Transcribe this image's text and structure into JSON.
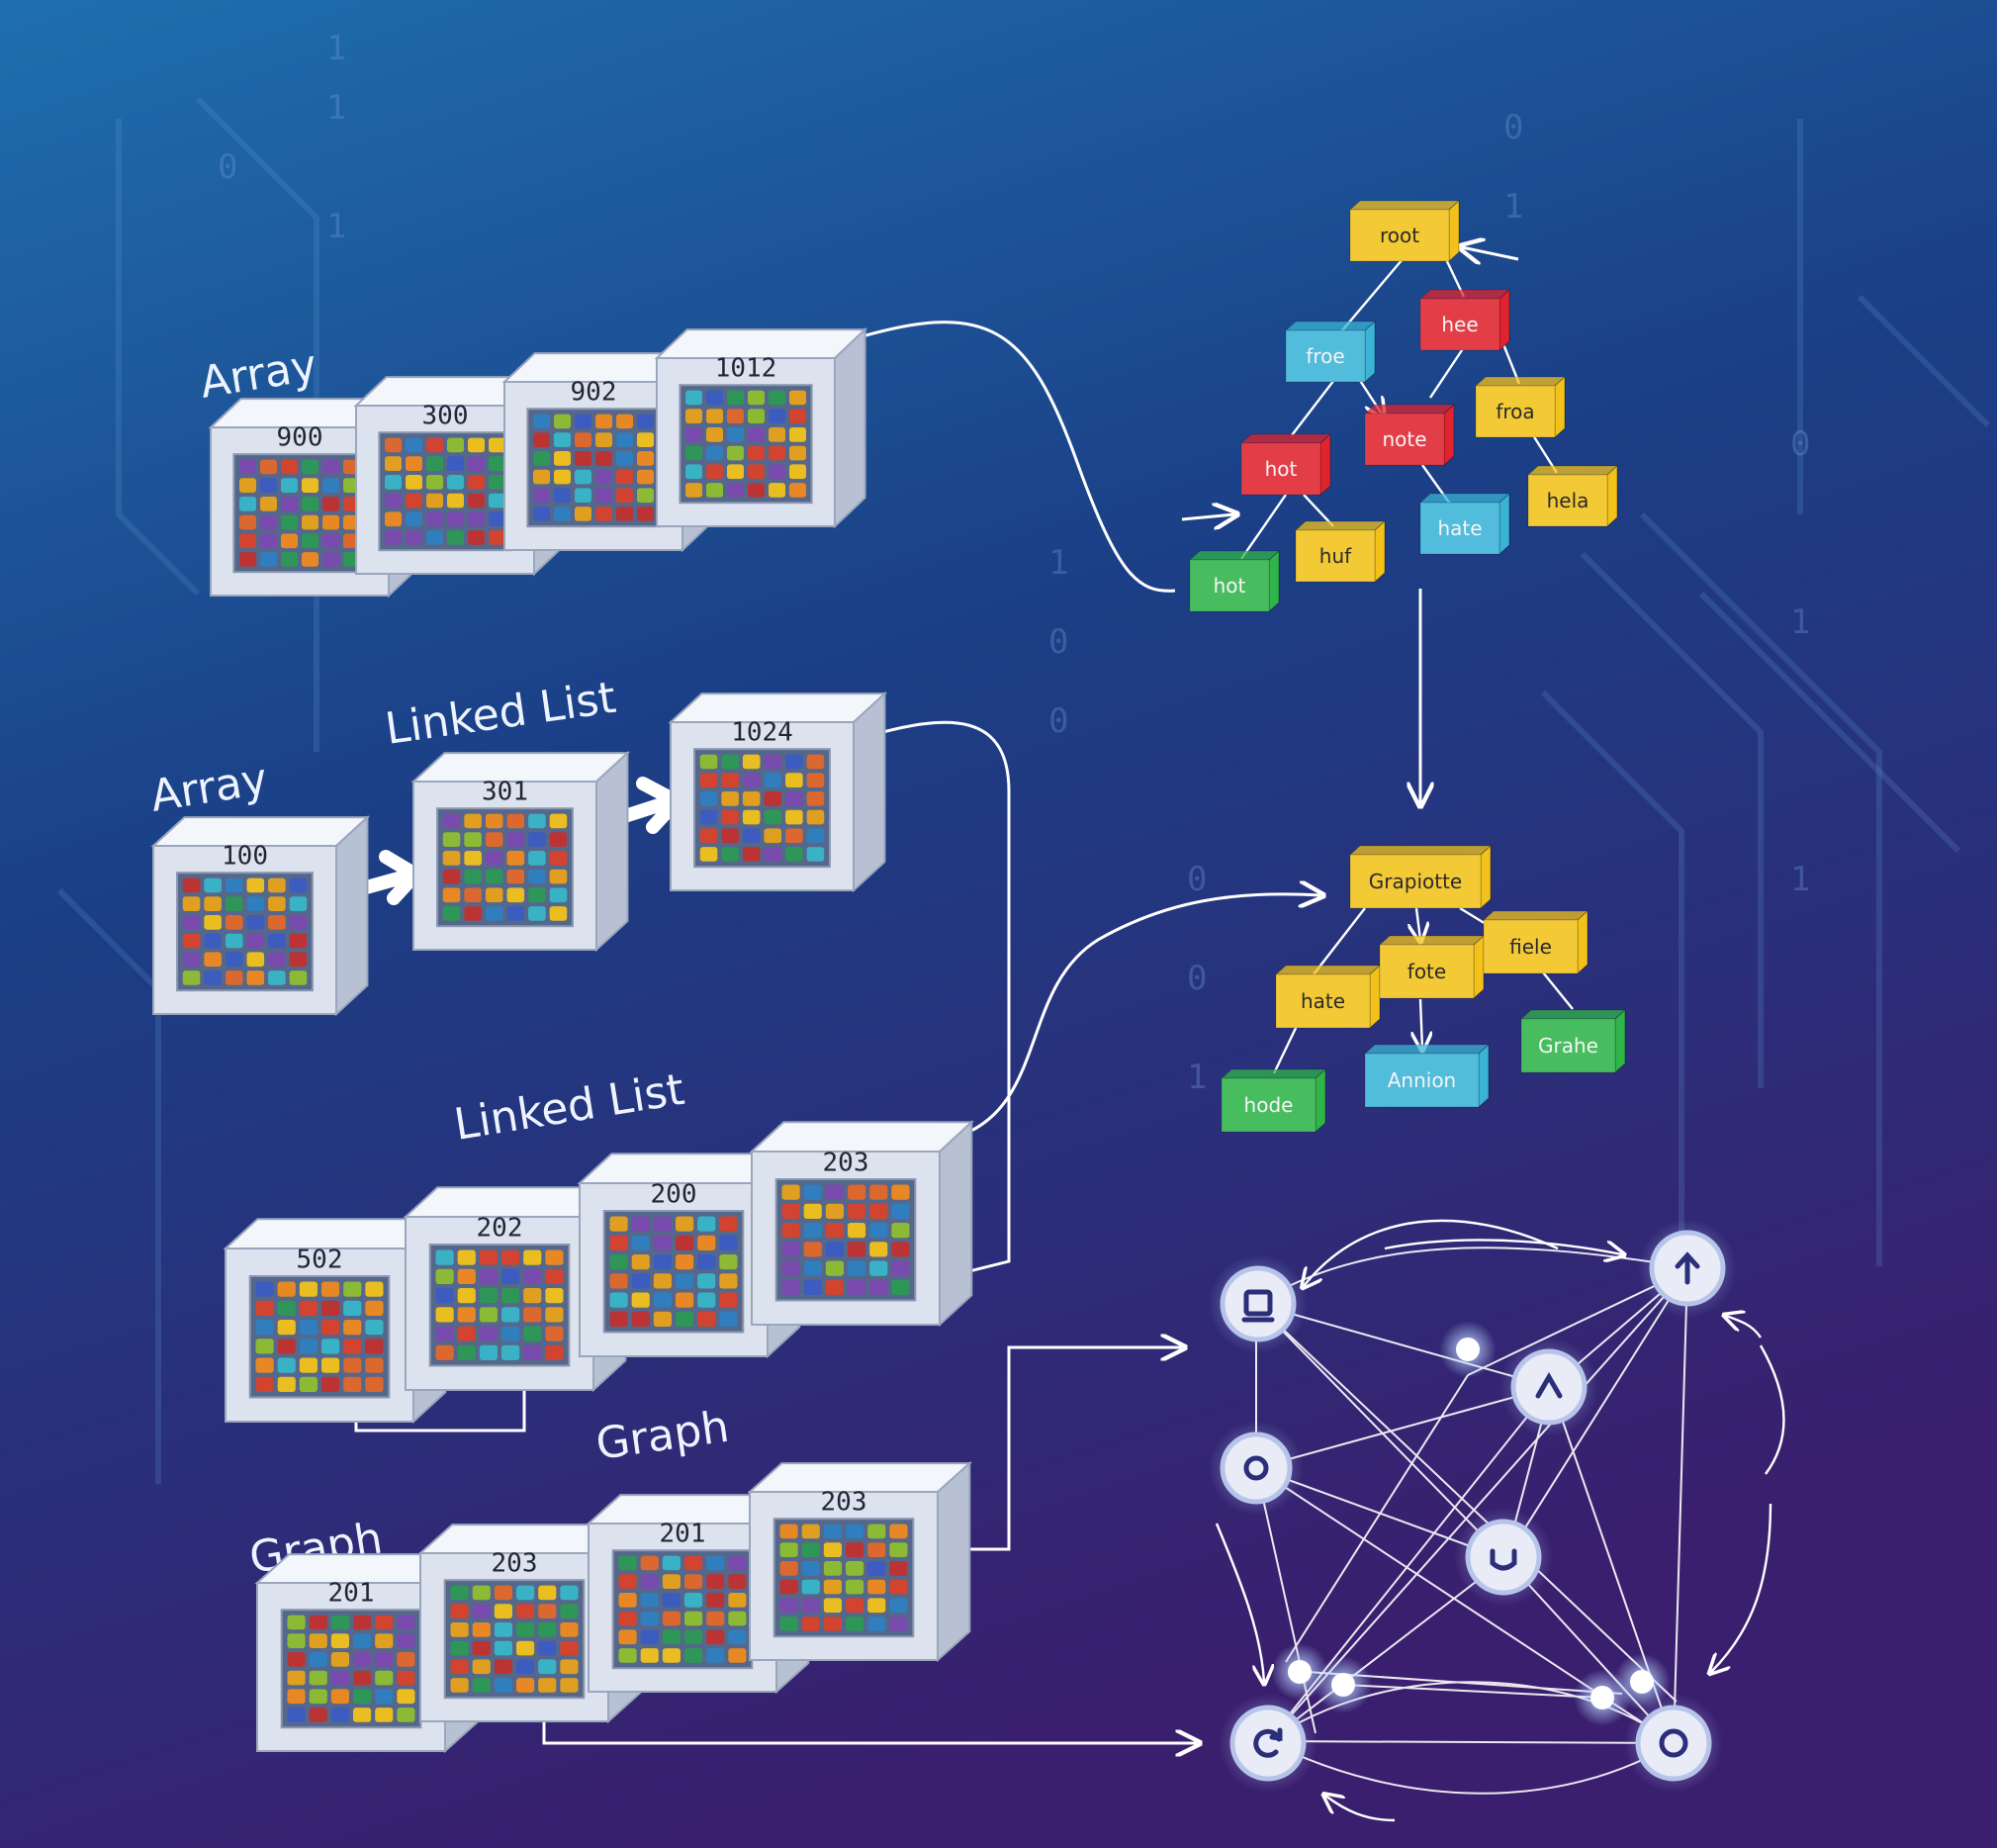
{
  "colors": {
    "background_top": "#1f6fae",
    "background_bottom": "#3a1f6e",
    "block_face": "#dde3ee",
    "node_yellow": "#f2c21b",
    "node_red": "#e0242f",
    "node_cyan": "#3ab3d6",
    "node_green": "#2fb44a",
    "connector": "#ffffff"
  },
  "labels": {
    "array_top": "Array",
    "linked_list_mid": "Linked List",
    "array_mid": "Array",
    "linked_list_low": "Linked List",
    "graph_upper": "Graph",
    "graph_lower": "Graph"
  },
  "array_row": [
    "900",
    "300",
    "902",
    "1012"
  ],
  "linked_chain": [
    "100",
    "301",
    "1024"
  ],
  "linked_row": [
    "502",
    "202",
    "200",
    "203"
  ],
  "graph_row": [
    "201",
    "203",
    "201",
    "203"
  ],
  "tree_top": {
    "root": "root",
    "nodes": [
      "froe",
      "hee",
      "hot",
      "note",
      "froa",
      "hot",
      "huf",
      "hate",
      "hela"
    ]
  },
  "tree_mid": {
    "root": "Grapiotte",
    "nodes": [
      "hate",
      "fote",
      "fiele",
      "hode",
      "Annion",
      "Grahe"
    ]
  },
  "graph_icons": [
    "box-icon",
    "up-arrow-icon",
    "caret-up-icon",
    "ring-icon",
    "cup-icon",
    "refresh-icon",
    "ring-icon"
  ],
  "binary_digits": [
    "1",
    "1",
    "0",
    "1",
    "0",
    "1",
    "1",
    "0",
    "1",
    "0",
    "0",
    "1",
    "0",
    "0",
    "1"
  ]
}
